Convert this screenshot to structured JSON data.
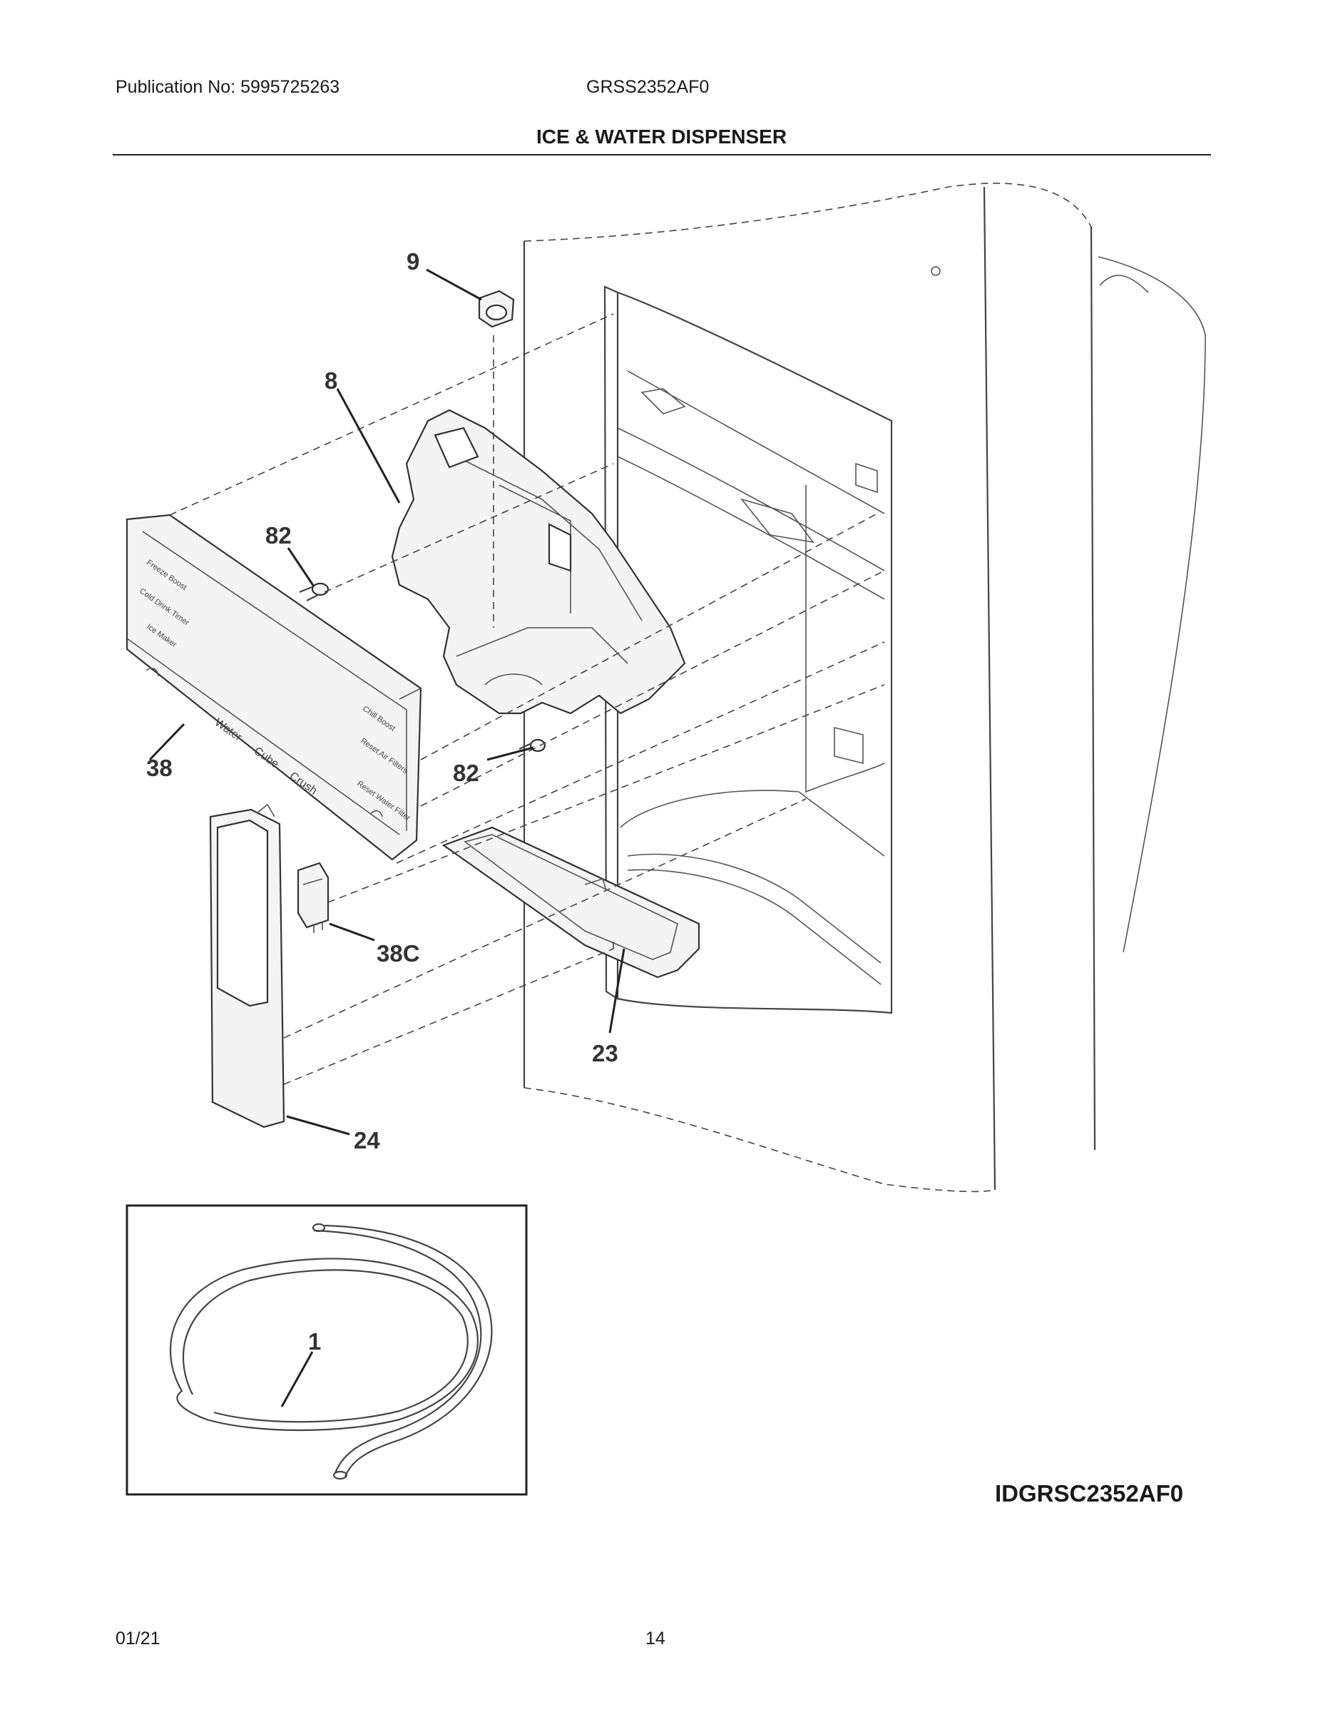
{
  "header": {
    "publication": "Publication No: 5995725263",
    "model": "GRSS2352AF0",
    "title": "ICE & WATER DISPENSER"
  },
  "callouts": {
    "c9": "9",
    "c8": "8",
    "c82a": "82",
    "c82b": "82",
    "c38": "38",
    "c38c": "38C",
    "c23": "23",
    "c24": "24",
    "c1": "1"
  },
  "panel_labels": {
    "freeze_boost": "Freeze Boost",
    "cold_drink_timer": "Cold Drink Timer",
    "ice_maker": "Ice Maker",
    "chill_boost": "Chill Boost",
    "reset_air_filters": "Reset Air Filters",
    "reset_water_filter": "Reset Water Filter",
    "water": "Water",
    "cube": "Cube",
    "crush": "Crush"
  },
  "illustration_id": "IDGRSC2352AF0",
  "footer": {
    "date": "01/21",
    "page": "14"
  }
}
